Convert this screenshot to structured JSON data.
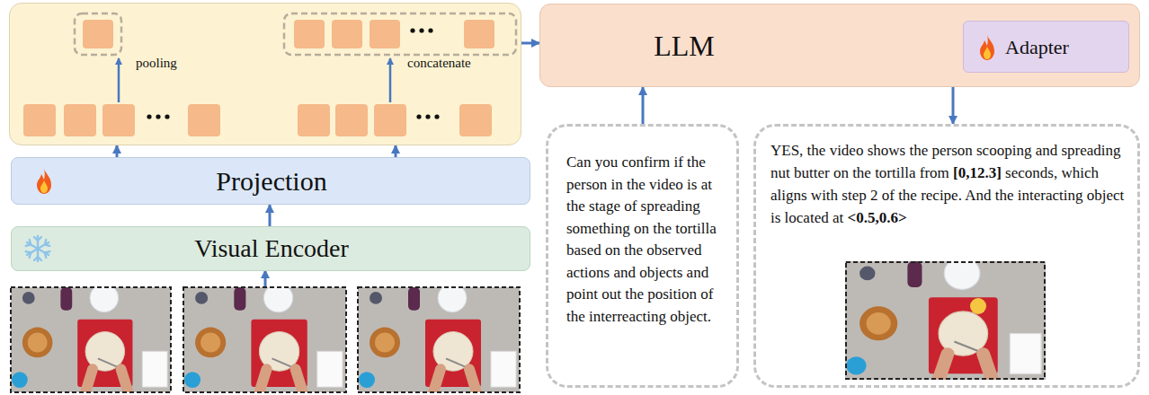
{
  "diagram": {
    "nodes": [
      {
        "text": [
          "pooling",
          "concatenate"
        ]
      },
      {
        "text": [
          "Projection"
        ]
      },
      {
        "text": [
          "Visual Encoder"
        ]
      },
      {
        "text": [
          "LLM"
        ]
      },
      {
        "text": [
          "Adapter"
        ],
        "in": 3
      },
      {
        "text": [
          "Can you confirm if the person in the video is at the stage of spreading something on the tortilla based on the observed actions and objects and point out the position of the interreacting object."
        ]
      },
      {
        "text": [
          "YES, the video shows the person scooping and spreading nut butter on the tortilla from [0,12.3] seconds, which aligns with step 2 of the recipe. And the interacting object is located at <0.5,0.6>"
        ]
      }
    ],
    "edges": [
      {
        "from": 1,
        "to": 0,
        "arrow": "to"
      },
      {
        "from": 1,
        "to": 0,
        "arrow": "to"
      },
      {
        "from": 2,
        "to": 1,
        "arrow": "to"
      },
      {
        "from": 0,
        "to": 3,
        "arrow": "to"
      },
      {
        "from": 5,
        "to": 3,
        "arrow": "to"
      },
      {
        "from": 3,
        "to": 6,
        "arrow": "to"
      }
    ]
  }
}
